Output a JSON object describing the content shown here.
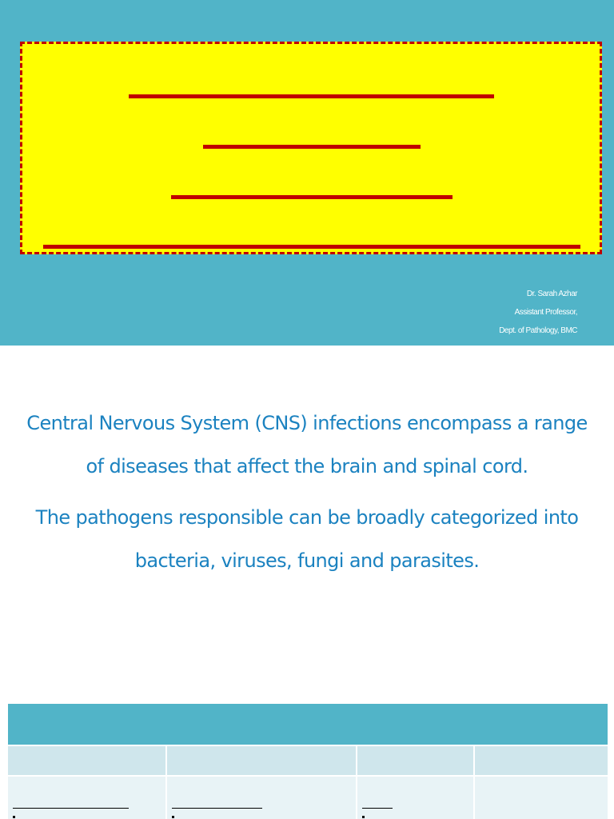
{
  "title_slide": {
    "colors": {
      "band": "#51b4c8",
      "box_fill": "#ffff00",
      "box_border": "#c00000",
      "lines": "#c00000"
    }
  },
  "author": {
    "name": "Dr. Sarah Azhar",
    "position": "Assistant Professor,",
    "department": "Dept. of Pathology, BMC"
  },
  "intro": {
    "paragraph_1": "Central Nervous System (CNS) infections encompass a range of diseases that affect the brain and spinal cord.",
    "paragraph_2": "The pathogens responsible can be broadly categorized into bacteria, viruses, fungi and parasites.",
    "text_color": "#1b82c0"
  },
  "table": {
    "header_color": "#51b4c8",
    "columns": 4
  }
}
